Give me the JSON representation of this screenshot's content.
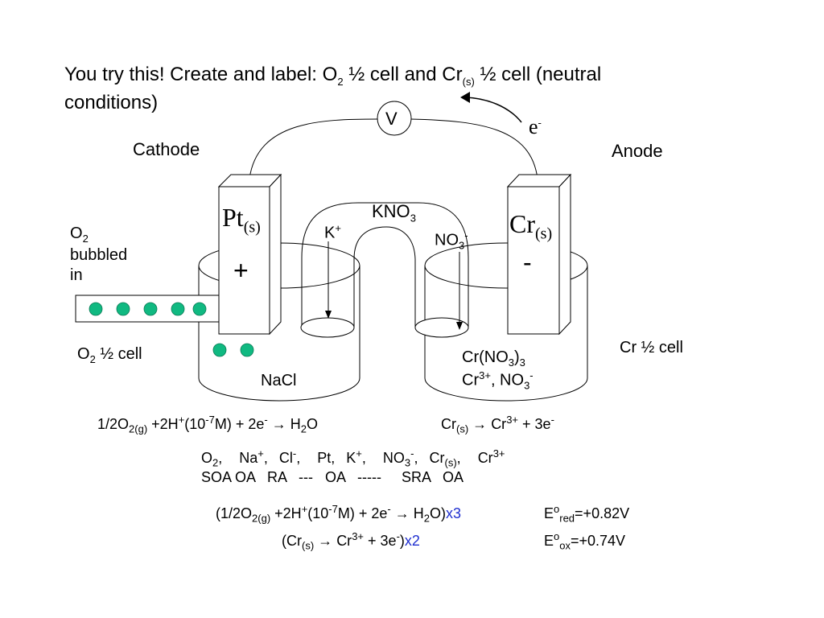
{
  "title": {
    "part1": "You try this!  Create and label: O",
    "sub1": "2",
    "part2": " ½ cell and Cr",
    "sub2": "(s)",
    "part3": " ½ cell (neutral",
    "line2": "conditions)"
  },
  "voltmeter": "V",
  "electron": {
    "base": "e",
    "sup": "-"
  },
  "cathode": "Cathode",
  "anode": "Anode",
  "salt_bridge": {
    "base": "KNO",
    "sub": "3"
  },
  "k_ion": {
    "base": "K",
    "sup": "+"
  },
  "no3_ion": {
    "base": "NO",
    "sub": "3",
    "sup": "-"
  },
  "pt_electrode": {
    "base": "Pt",
    "sub": "(s)"
  },
  "cr_electrode": {
    "base": "Cr",
    "sub": "(s)"
  },
  "cathode_sign": "+",
  "anode_sign": "-",
  "o2_bubbled": {
    "line1": "O",
    "line1_sub": "2",
    "line2": "bubbled",
    "line3": "in"
  },
  "o2_half_cell": {
    "base": "O",
    "sub": "2",
    "rest": " ½ cell"
  },
  "cr_half_cell": "Cr ½ cell",
  "nacl": "NaCl",
  "cr_solution": {
    "line1_a": "Cr(NO",
    "line1_sub": "3",
    "line1_b": ")",
    "line1_sub2": "3",
    "line2_a": "Cr",
    "line2_sup": "3+",
    "line2_b": ", NO",
    "line2_sub": "3",
    "line2_sup2": "-"
  },
  "eq_reduction": {
    "a": "1/2O",
    "sub1": "2(g)",
    "b": " +2H",
    "sup1": "+",
    "c": "(10",
    "sup2": "-7",
    "d": "M) + 2e",
    "sup3": "-",
    "arrow": " → ",
    "e": "H",
    "sub2": "2",
    "f": "O"
  },
  "eq_oxidation": {
    "a": "Cr",
    "sub1": "(s)",
    "arrow": " → ",
    "b": "Cr",
    "sup1": "3+",
    "c": " + 3e",
    "sup2": "-"
  },
  "species": {
    "o2": "O",
    "o2_sub": "2",
    "na": "Na",
    "na_sup": "+",
    "cl": "Cl",
    "cl_sup": "-",
    "pt": "Pt,",
    "k": "K",
    "k_sup": "+",
    "no3": "NO",
    "no3_sub": "3",
    "no3_sup": "-",
    "cr": "Cr",
    "cr_sub": "(s)",
    "cr3": "Cr",
    "cr3_sup": "3+"
  },
  "roles": "SOA OA   RA   ---   OA   -----     SRA   OA",
  "balanced_red": {
    "a": "(1/2O",
    "sub1": "2(g)",
    "b": " +2H",
    "sup1": "+",
    "c": "(10",
    "sup2": "-7",
    "d": "M) + 2e",
    "sup3": "-",
    "arrow": " → ",
    "e": "H",
    "sub2": "2",
    "f": "O)",
    "mult": "x3",
    "E_a": "E",
    "E_sup": "o",
    "E_sub": "red",
    "E_val": "=+0.82V"
  },
  "balanced_ox": {
    "a": "(Cr",
    "sub1": "(s)",
    "arrow": " → ",
    "b": "Cr",
    "sup1": "3+",
    "c": " + 3e",
    "sup2": "-",
    "d": ")",
    "mult": "x2",
    "E_a": "E",
    "E_sup": "o",
    "E_sub": "ox",
    "E_val": "=+0.74V"
  },
  "colors": {
    "bubble": "#10b981",
    "multiplier": "#1f2fd0",
    "line": "#000000"
  }
}
